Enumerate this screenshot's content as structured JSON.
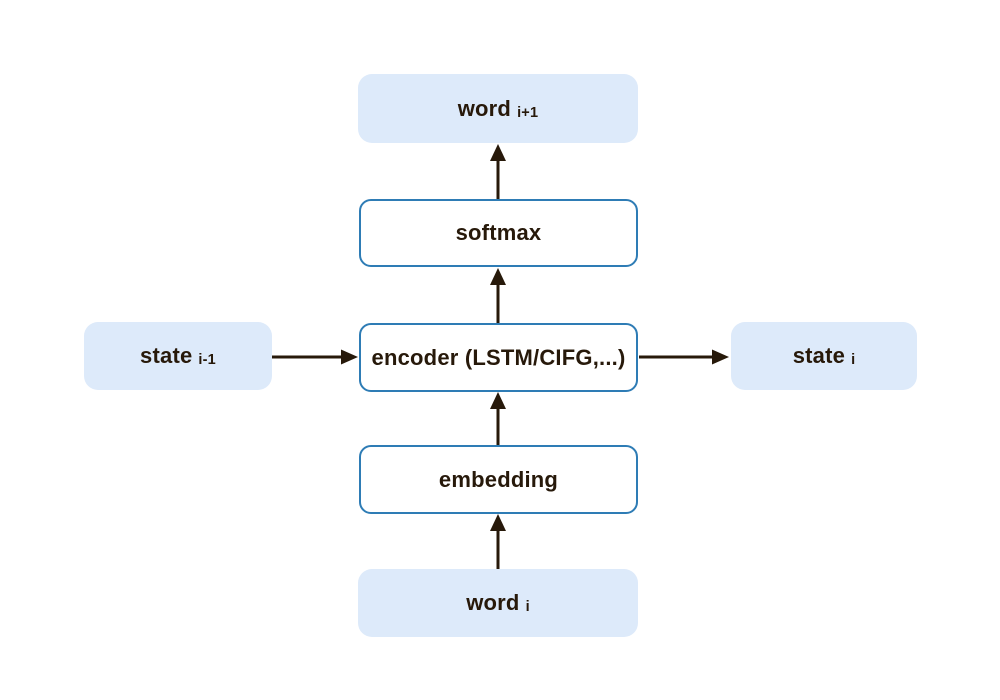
{
  "diagram": {
    "nodes": {
      "word_next": {
        "label": "word",
        "sub": "i+1",
        "style": "filled"
      },
      "softmax": {
        "label": "softmax",
        "sub": "",
        "style": "outlined"
      },
      "state_prev": {
        "label": "state",
        "sub": "i-1",
        "style": "filled"
      },
      "encoder": {
        "label": "encoder (LSTM/CIFG,...)",
        "sub": "",
        "style": "outlined"
      },
      "state_next": {
        "label": "state",
        "sub": "i",
        "style": "filled"
      },
      "embedding": {
        "label": "embedding",
        "sub": "",
        "style": "outlined"
      },
      "word_current": {
        "label": "word",
        "sub": "i",
        "style": "filled"
      }
    },
    "edges": [
      {
        "from": "word_current",
        "to": "embedding",
        "direction": "up"
      },
      {
        "from": "embedding",
        "to": "encoder",
        "direction": "up"
      },
      {
        "from": "encoder",
        "to": "softmax",
        "direction": "up"
      },
      {
        "from": "softmax",
        "to": "word_next",
        "direction": "up"
      },
      {
        "from": "state_prev",
        "to": "encoder",
        "direction": "right"
      },
      {
        "from": "encoder",
        "to": "state_next",
        "direction": "right"
      }
    ],
    "colors": {
      "box_fill": "#ddeafa",
      "box_border": "#2e7cb5",
      "ink": "#27190a",
      "bg": "#ffffff"
    }
  }
}
